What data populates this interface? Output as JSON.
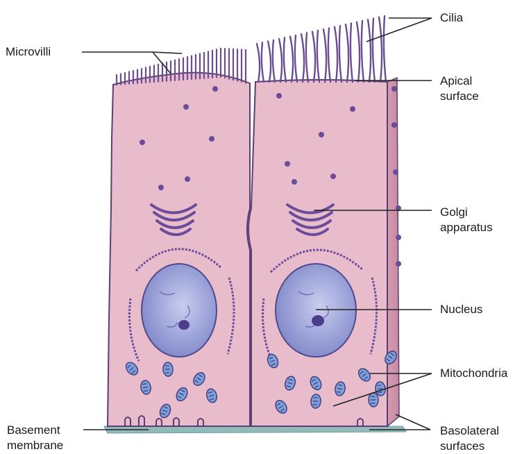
{
  "labels": {
    "microvilli": "Microvilli",
    "cilia": "Cilia",
    "apical_line1": "Apical",
    "apical_line2": "surface",
    "golgi_line1": "Golgi",
    "golgi_line2": "apparatus",
    "nucleus": "Nucleus",
    "mitochondria": "Mitochondria",
    "basement_line1": "Basement",
    "basement_line2": "membrane",
    "basolateral_line1": "Basolateral",
    "basolateral_line2": "surfaces"
  },
  "colors": {
    "cytoplasm": "#e9bccc",
    "side_face": "#c98ca3",
    "nucleus": "#8f95d1",
    "organelle": "#6a4c9b",
    "basement": "#8fb5b5",
    "outline": "#5b3f72"
  }
}
